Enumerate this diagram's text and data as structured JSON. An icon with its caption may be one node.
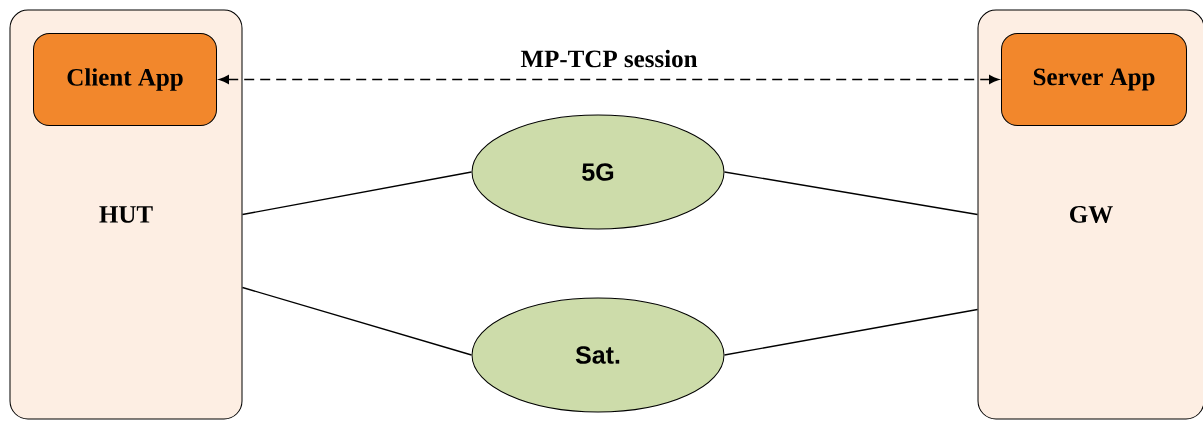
{
  "diagram": {
    "nodes": [
      {
        "text": [
          "HUT"
        ]
      },
      {
        "text": [
          "Client App"
        ],
        "in": 0
      },
      {
        "text": [
          "GW"
        ]
      },
      {
        "text": [
          "Server App"
        ],
        "in": 2
      },
      {
        "text": [
          "5G"
        ]
      },
      {
        "text": [
          "Sat."
        ]
      }
    ],
    "edges": [
      {
        "from": 1,
        "to": 3,
        "arrow": "both",
        "style": "dashed",
        "label": "MP-TCP session"
      },
      {
        "from": 0,
        "to": 4,
        "arrow": "none"
      },
      {
        "from": 4,
        "to": 2,
        "arrow": "none"
      },
      {
        "from": 0,
        "to": 5,
        "arrow": "none"
      },
      {
        "from": 5,
        "to": 2,
        "arrow": "none"
      }
    ]
  }
}
